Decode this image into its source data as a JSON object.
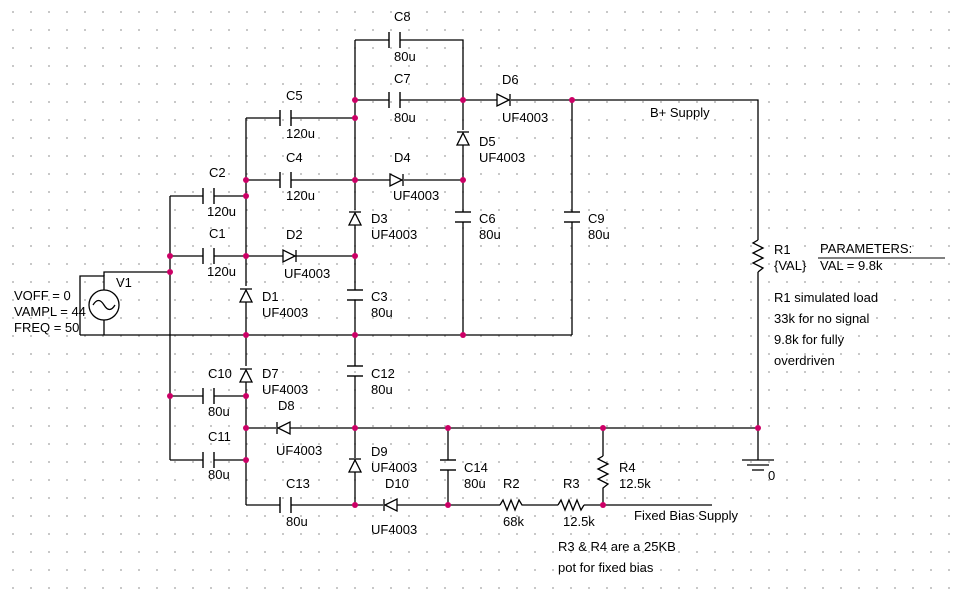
{
  "source": {
    "voff": "VOFF = 0",
    "vampl": "VAMPL = 44",
    "freq": "FREQ = 50",
    "name": "V1"
  },
  "components": {
    "C1": {
      "name": "C1",
      "value": "120u"
    },
    "C2": {
      "name": "C2",
      "value": "120u"
    },
    "C3": {
      "name": "C3",
      "value": "80u"
    },
    "C4": {
      "name": "C4",
      "value": "120u"
    },
    "C5": {
      "name": "C5",
      "value": "120u"
    },
    "C6": {
      "name": "C6",
      "value": "80u"
    },
    "C7": {
      "name": "C7",
      "value": "80u"
    },
    "C8": {
      "name": "C8",
      "value": "80u"
    },
    "C9": {
      "name": "C9",
      "value": "80u"
    },
    "C10": {
      "name": "C10",
      "value": "80u"
    },
    "C11": {
      "name": "C11",
      "value": "80u"
    },
    "C12": {
      "name": "C12",
      "value": "80u"
    },
    "C13": {
      "name": "C13",
      "value": "80u"
    },
    "C14": {
      "name": "C14",
      "value": "80u"
    },
    "D1": {
      "name": "D1",
      "value": "UF4003"
    },
    "D2": {
      "name": "D2",
      "value": "UF4003"
    },
    "D3": {
      "name": "D3",
      "value": "UF4003"
    },
    "D4": {
      "name": "D4",
      "value": "UF4003"
    },
    "D5": {
      "name": "D5",
      "value": "UF4003"
    },
    "D6": {
      "name": "D6",
      "value": "UF4003"
    },
    "D7": {
      "name": "D7",
      "value": "UF4003"
    },
    "D8": {
      "name": "D8",
      "value": "UF4003"
    },
    "D9": {
      "name": "D9",
      "value": "UF4003"
    },
    "D10": {
      "name": "D10",
      "value": "UF4003"
    },
    "R1": {
      "name": "R1",
      "value": "{VAL}"
    },
    "R2": {
      "name": "R2",
      "value": "68k"
    },
    "R3": {
      "name": "R3",
      "value": "12.5k"
    },
    "R4": {
      "name": "R4",
      "value": "12.5k"
    }
  },
  "parameters": {
    "header": "PARAMETERS:",
    "val": "VAL = 9.8k"
  },
  "labels": {
    "bplus": "B+ Supply",
    "fixed_bias": "Fixed Bias Supply",
    "ground": "0"
  },
  "notes": {
    "r1": [
      "R1 simulated load",
      "33k for no signal",
      "9.8k for fully",
      "overdriven"
    ],
    "r3r4": [
      "R3 & R4 are a 25KB",
      "pot for fixed bias"
    ]
  }
}
